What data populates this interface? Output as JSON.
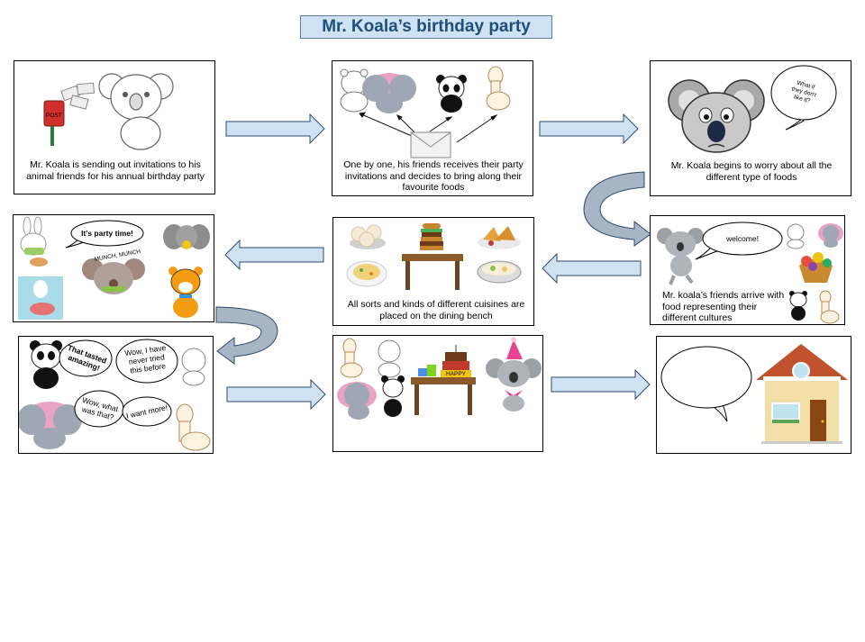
{
  "title": "Mr. Koala’s birthday party",
  "panels": {
    "p1": {
      "caption": "Mr. Koala is sending out invitations to his animal friends for his annual birthday party",
      "post_label": "POST"
    },
    "p2": {
      "caption": "One by one, his friends receives their party invitations and decides to bring along their favourite foods"
    },
    "p3": {
      "caption": "Mr. Koala begins to worry about all the different type of foods",
      "thought": [
        "What if",
        "they don't",
        "like it?"
      ]
    },
    "p4": {
      "caption": "Mr. koala’s friends arrive with food representing their different cultures",
      "speech": "welcome!"
    },
    "p5": {
      "caption": "All sorts and kinds of different cuisines are placed on the dining bench"
    },
    "p6": {
      "speech": "It’s party time!",
      "munch": "MUNCH, MUNCH"
    },
    "p7": {
      "bubble1": [
        "That tasted",
        "amazing!"
      ],
      "bubble2": [
        "Wow, I have",
        "never tried",
        "this before"
      ],
      "bubble3": [
        "Wow, what",
        "was that?"
      ],
      "bubble4": "I want more!"
    },
    "p8": {
      "cake_text": "HAPPY"
    },
    "p9": {}
  },
  "colors": {
    "arrow_fill": "#cfe2f3",
    "arrow_stroke": "#2e4a6b",
    "title_fill": "#cfe2f3",
    "title_text": "#1f4e79",
    "curve_fill": "#a7b5c4"
  }
}
